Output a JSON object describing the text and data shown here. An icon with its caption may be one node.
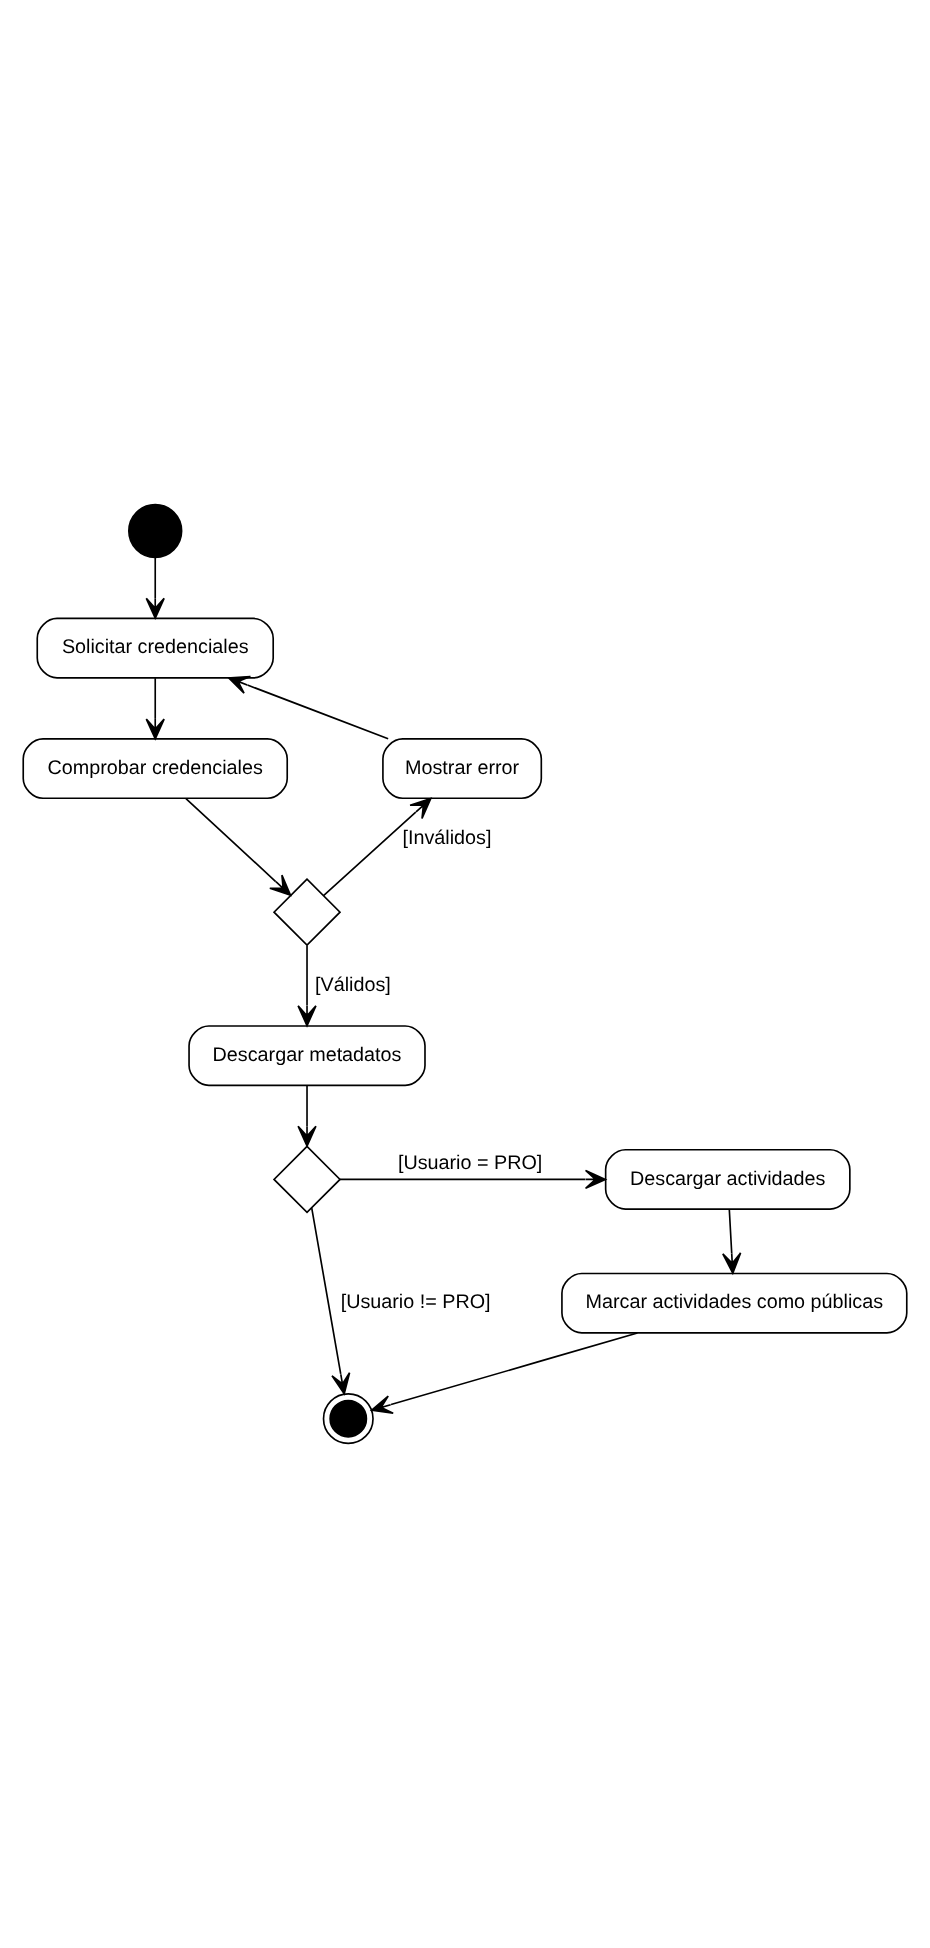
{
  "diagram": {
    "nodes": [
      {
        "text": [],
        "shape": "circle"
      },
      {
        "text": [
          "Solicitar credenciales"
        ]
      },
      {
        "text": [
          "Comprobar credenciales"
        ]
      },
      {
        "text": [
          "Mostrar error"
        ]
      },
      {
        "text": [],
        "shape": "diamond"
      },
      {
        "text": [
          "Descargar metadatos"
        ]
      },
      {
        "text": [],
        "shape": "diamond"
      },
      {
        "text": [
          "Descargar actividades"
        ]
      },
      {
        "text": [
          "Marcar actividades como públicas"
        ]
      },
      {
        "text": [],
        "shape": "circle"
      }
    ],
    "edges": [
      {
        "from": 0,
        "to": 1,
        "arrow": "to"
      },
      {
        "from": 1,
        "to": 2,
        "arrow": "to"
      },
      {
        "from": 2,
        "to": 4,
        "arrow": "to"
      },
      {
        "from": 4,
        "to": 3,
        "arrow": "to",
        "label": "[Inválidos]"
      },
      {
        "from": 3,
        "to": 1,
        "arrow": "to"
      },
      {
        "from": 4,
        "to": 5,
        "arrow": "to",
        "label": "[Válidos]"
      },
      {
        "from": 5,
        "to": 6,
        "arrow": "to"
      },
      {
        "from": 6,
        "to": 7,
        "arrow": "to",
        "label": "[Usuario = PRO]"
      },
      {
        "from": 7,
        "to": 8,
        "arrow": "to"
      },
      {
        "from": 6,
        "to": 9,
        "arrow": "to",
        "label": "[Usuario != PRO]"
      },
      {
        "from": 8,
        "to": 9,
        "arrow": "to"
      }
    ]
  }
}
